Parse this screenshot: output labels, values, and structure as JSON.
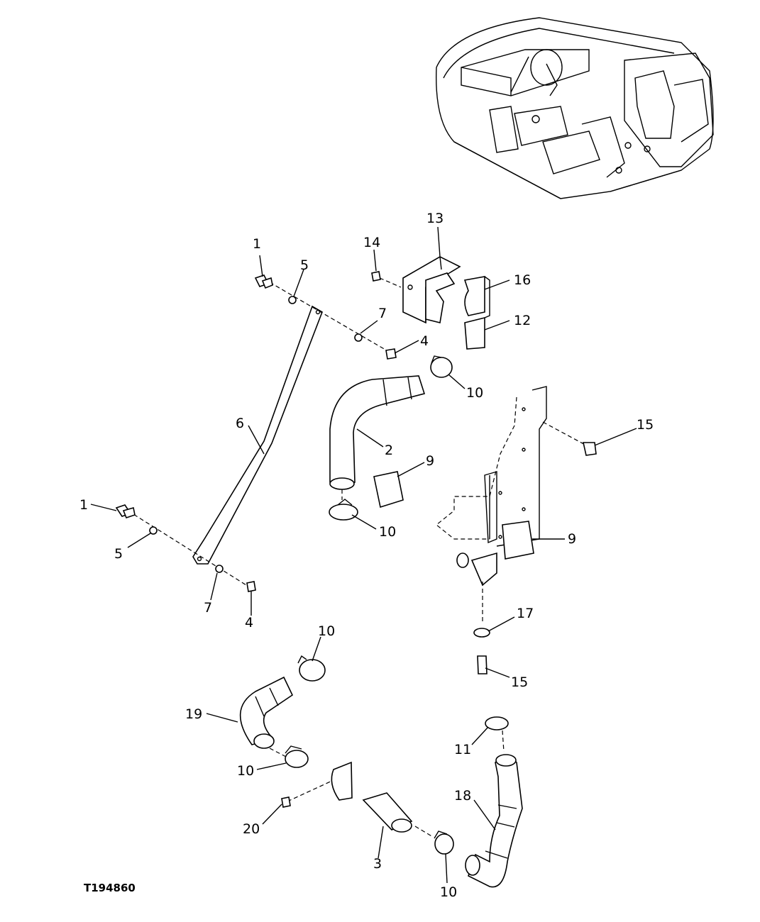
{
  "figure_id": "T194860",
  "callouts": [
    "1",
    "5",
    "14",
    "13",
    "16",
    "12",
    "7",
    "4",
    "10",
    "6",
    "2",
    "15",
    "9",
    "9",
    "1",
    "5",
    "10",
    "7",
    "4",
    "17",
    "15",
    "10",
    "19",
    "11",
    "10",
    "18",
    "20",
    "3",
    "10"
  ]
}
